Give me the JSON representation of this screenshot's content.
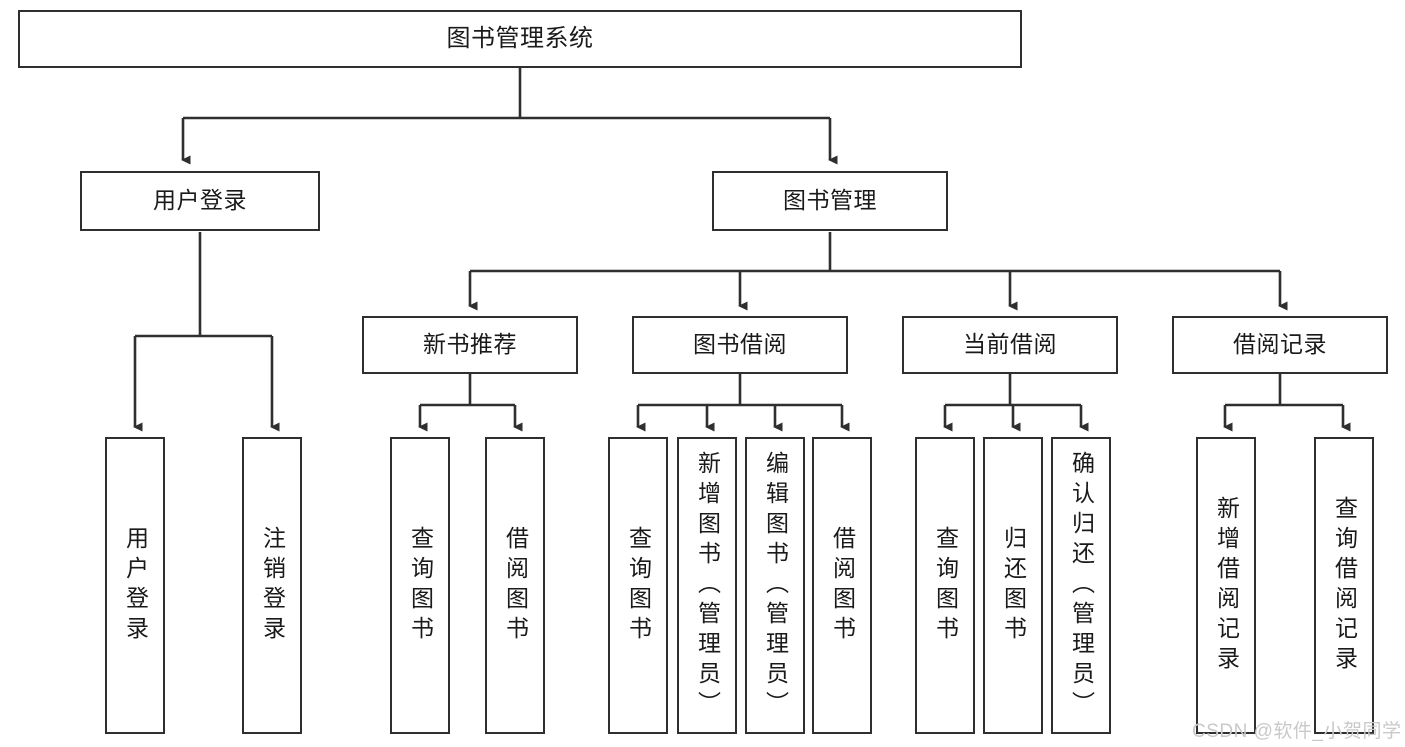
{
  "diagram": {
    "title": "图书管理系统",
    "watermark": "CSDN @软件_小贺同学",
    "root": {
      "label": "图书管理系统"
    },
    "level2": [
      {
        "label": "用户登录"
      },
      {
        "label": "图书管理"
      }
    ],
    "level3": [
      {
        "label": "新书推荐"
      },
      {
        "label": "图书借阅"
      },
      {
        "label": "当前借阅"
      },
      {
        "label": "借阅记录"
      }
    ],
    "leaves": {
      "user_login": [
        {
          "label": "用户登录"
        },
        {
          "label": "注销登录"
        }
      ],
      "new_book_recommend": [
        {
          "label": "查询图书"
        },
        {
          "label": "借阅图书"
        }
      ],
      "book_borrow": [
        {
          "label": "查询图书"
        },
        {
          "label": "新增图书（管理员）"
        },
        {
          "label": "编辑图书（管理员）"
        },
        {
          "label": "借阅图书"
        }
      ],
      "current_borrow": [
        {
          "label": "查询图书"
        },
        {
          "label": "归还图书"
        },
        {
          "label": "确认归还（管理员）"
        }
      ],
      "borrow_records": [
        {
          "label": "新增借阅记录"
        },
        {
          "label": "查询借阅记录"
        }
      ]
    },
    "colors": {
      "border": "#2f2f2f",
      "background": "#ffffff",
      "text": "#1a1a1a",
      "watermark": "#c9c9c9"
    }
  }
}
